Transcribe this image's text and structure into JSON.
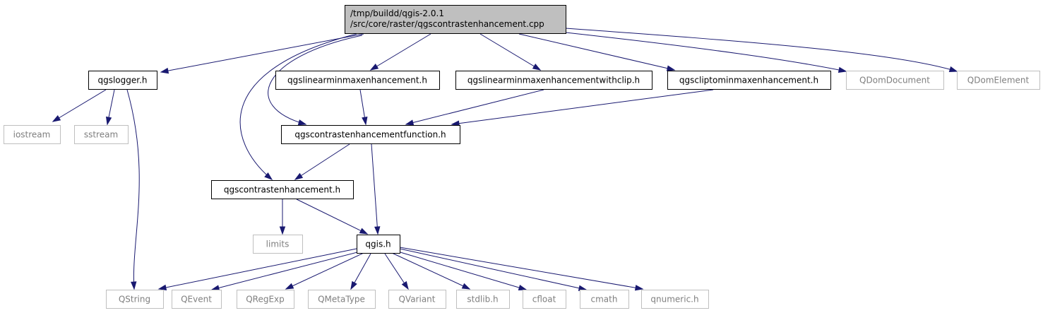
{
  "colors": {
    "edge": "#191970",
    "root_fill": "#bfbfbf",
    "documented_border": "#000000",
    "external_border": "#bfbfbf",
    "documented_text": "#000000",
    "external_text": "#7f7f7f"
  },
  "nodes": [
    {
      "id": "root",
      "lines": [
        "/tmp/buildd/qgis-2.0.1",
        "/src/core/raster/qgscontrastenhancement.cpp"
      ],
      "kind": "root"
    },
    {
      "id": "qgslogger",
      "lines": [
        "qgslogger.h"
      ],
      "kind": "documented"
    },
    {
      "id": "qgslinearminmax",
      "lines": [
        "qgslinearminmaxenhancement.h"
      ],
      "kind": "documented"
    },
    {
      "id": "qgslinearminmaxclip",
      "lines": [
        "qgslinearminmaxenhancementwithclip.h"
      ],
      "kind": "documented"
    },
    {
      "id": "qgscliptominmax",
      "lines": [
        "qgscliptominmaxenhancement.h"
      ],
      "kind": "documented"
    },
    {
      "id": "qdomdocument",
      "lines": [
        "QDomDocument"
      ],
      "kind": "external"
    },
    {
      "id": "qdomelement",
      "lines": [
        "QDomElement"
      ],
      "kind": "external"
    },
    {
      "id": "iostream",
      "lines": [
        "iostream"
      ],
      "kind": "external"
    },
    {
      "id": "sstream",
      "lines": [
        "sstream"
      ],
      "kind": "external"
    },
    {
      "id": "qgscefunction",
      "lines": [
        "qgscontrastenhancementfunction.h"
      ],
      "kind": "documented"
    },
    {
      "id": "qgsce",
      "lines": [
        "qgscontrastenhancement.h"
      ],
      "kind": "documented"
    },
    {
      "id": "limits",
      "lines": [
        "limits"
      ],
      "kind": "external"
    },
    {
      "id": "qgis",
      "lines": [
        "qgis.h"
      ],
      "kind": "documented"
    },
    {
      "id": "qstring",
      "lines": [
        "QString"
      ],
      "kind": "external"
    },
    {
      "id": "qevent",
      "lines": [
        "QEvent"
      ],
      "kind": "external"
    },
    {
      "id": "qregexp",
      "lines": [
        "QRegExp"
      ],
      "kind": "external"
    },
    {
      "id": "qmetatype",
      "lines": [
        "QMetaType"
      ],
      "kind": "external"
    },
    {
      "id": "qvariant",
      "lines": [
        "QVariant"
      ],
      "kind": "external"
    },
    {
      "id": "stdlib",
      "lines": [
        "stdlib.h"
      ],
      "kind": "external"
    },
    {
      "id": "cfloat",
      "lines": [
        "cfloat"
      ],
      "kind": "external"
    },
    {
      "id": "cmath",
      "lines": [
        "cmath"
      ],
      "kind": "external"
    },
    {
      "id": "qnumeric",
      "lines": [
        "qnumeric.h"
      ],
      "kind": "external"
    }
  ],
  "edges": [
    {
      "from": "root",
      "to": "qgslogger"
    },
    {
      "from": "root",
      "to": "qgslinearminmax"
    },
    {
      "from": "root",
      "to": "qgslinearminmaxclip"
    },
    {
      "from": "root",
      "to": "qgscliptominmax"
    },
    {
      "from": "root",
      "to": "qdomdocument"
    },
    {
      "from": "root",
      "to": "qdomelement"
    },
    {
      "from": "root",
      "to": "qgscefunction"
    },
    {
      "from": "root",
      "to": "qgsce"
    },
    {
      "from": "qgslogger",
      "to": "iostream"
    },
    {
      "from": "qgslogger",
      "to": "sstream"
    },
    {
      "from": "qgslogger",
      "to": "qstring"
    },
    {
      "from": "qgslinearminmax",
      "to": "qgscefunction"
    },
    {
      "from": "qgslinearminmaxclip",
      "to": "qgscefunction"
    },
    {
      "from": "qgscliptominmax",
      "to": "qgscefunction"
    },
    {
      "from": "qgscefunction",
      "to": "qgsce"
    },
    {
      "from": "qgscefunction",
      "to": "qgis"
    },
    {
      "from": "qgsce",
      "to": "limits"
    },
    {
      "from": "qgsce",
      "to": "qgis"
    },
    {
      "from": "qgis",
      "to": "qstring"
    },
    {
      "from": "qgis",
      "to": "qevent"
    },
    {
      "from": "qgis",
      "to": "qregexp"
    },
    {
      "from": "qgis",
      "to": "qmetatype"
    },
    {
      "from": "qgis",
      "to": "qvariant"
    },
    {
      "from": "qgis",
      "to": "stdlib"
    },
    {
      "from": "qgis",
      "to": "cfloat"
    },
    {
      "from": "qgis",
      "to": "cmath"
    },
    {
      "from": "qgis",
      "to": "qnumeric"
    }
  ]
}
